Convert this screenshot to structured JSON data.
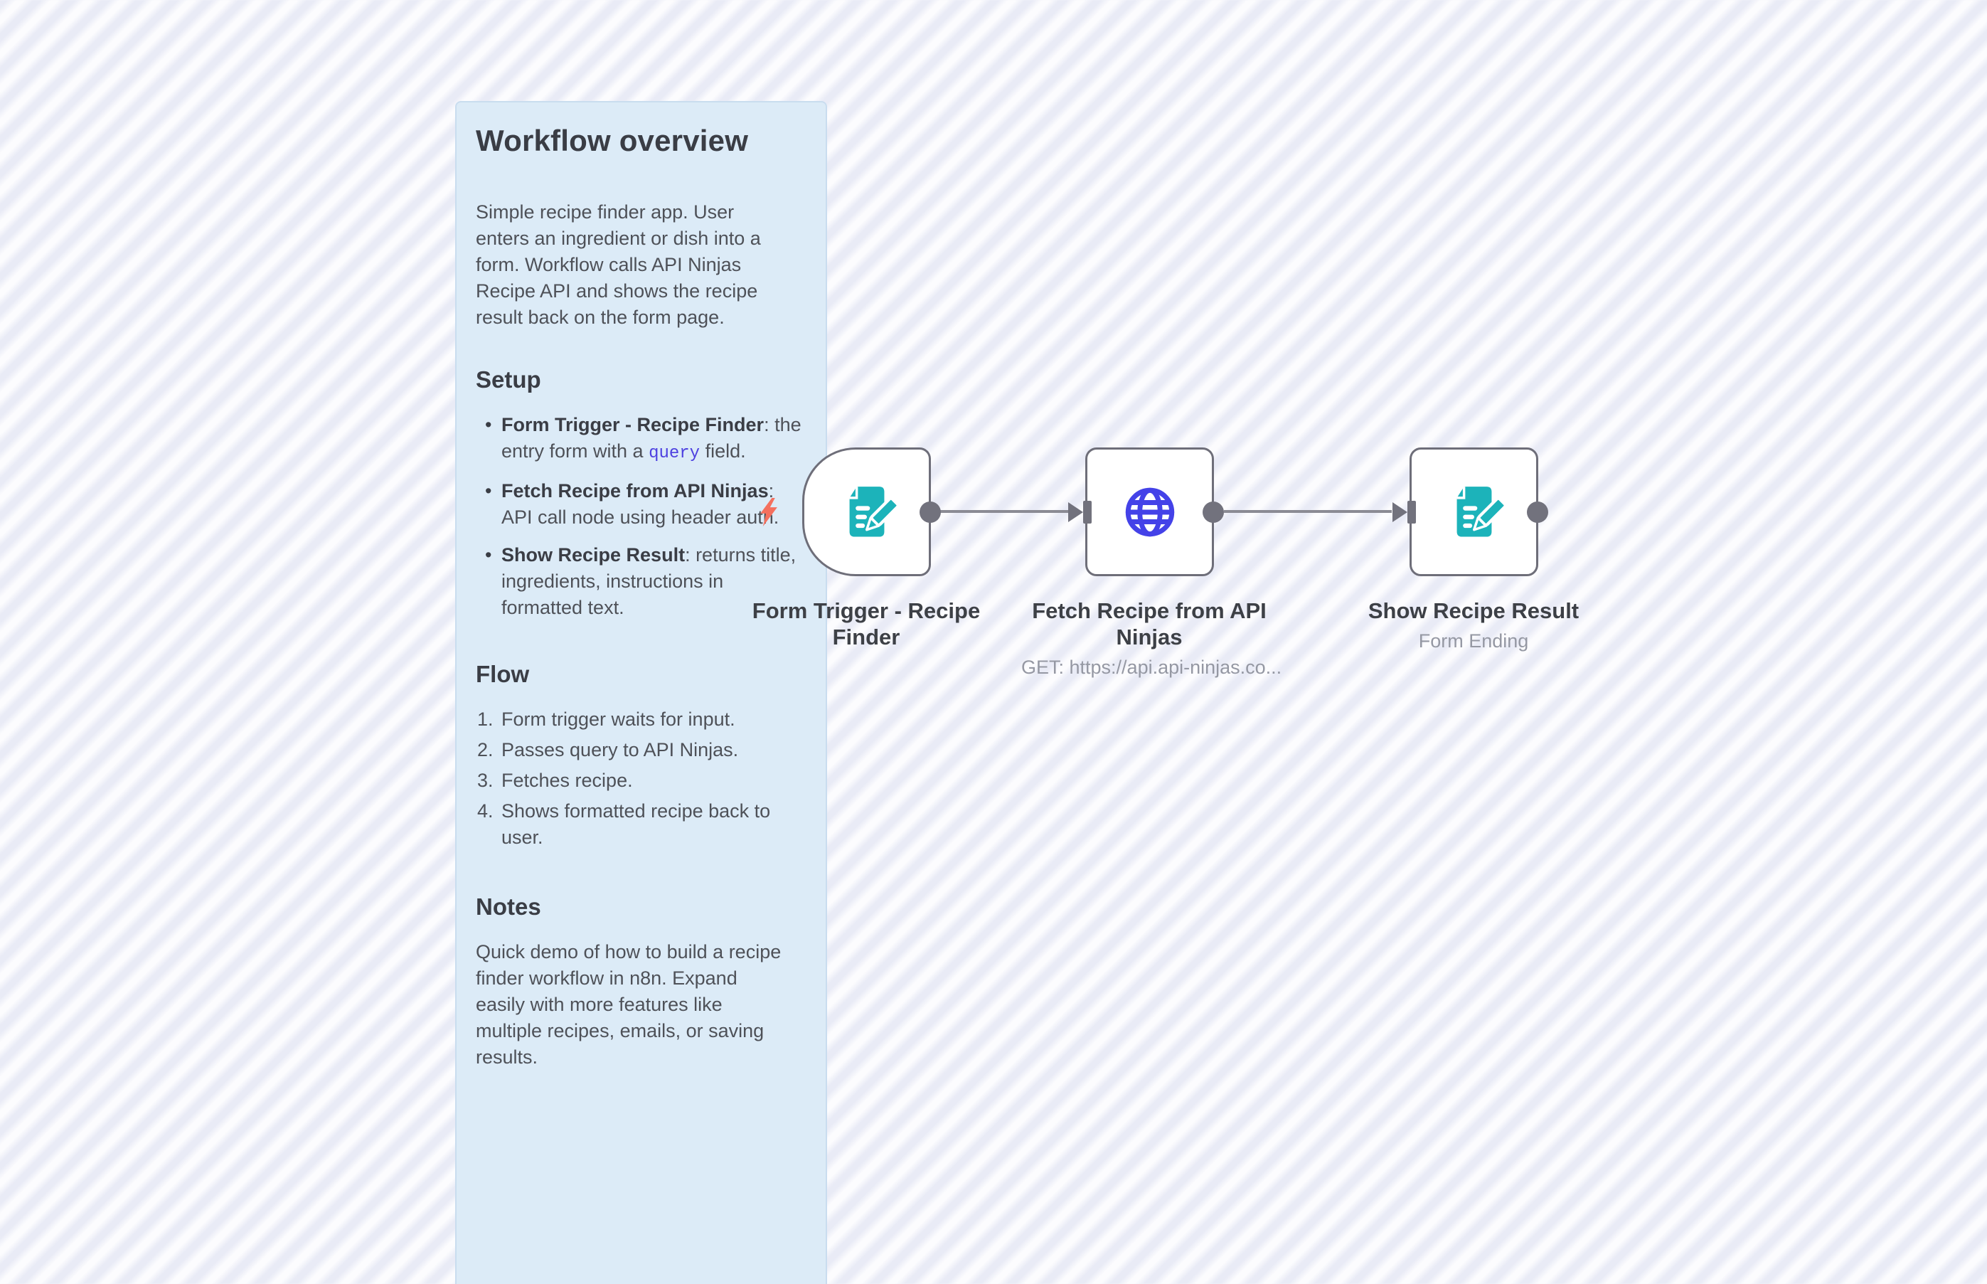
{
  "sticky_note": {
    "title": "Workflow overview",
    "intro": "Simple recipe finder app. User enters an ingredient or dish into a form. Workflow calls API Ninjas Recipe API and shows the recipe result back on the form page.",
    "setup": {
      "heading": "Setup",
      "items": [
        {
          "bold": "Form Trigger - Recipe Finder",
          "mid": ": the entry form with a ",
          "code": "query",
          "end": " field."
        },
        {
          "bold": "Fetch Recipe from API Ninjas",
          "mid": ": API call node using header auth.",
          "code": "",
          "end": ""
        },
        {
          "bold": "Show Recipe Result",
          "mid": ": returns title, ingredients, instructions in formatted text.",
          "code": "",
          "end": ""
        }
      ]
    },
    "flow": {
      "heading": "Flow",
      "steps": [
        {
          "n": "1.",
          "text": "Form trigger waits for input."
        },
        {
          "n": "2.",
          "text": "Passes query to API Ninjas."
        },
        {
          "n": "3.",
          "text": "Fetches recipe."
        },
        {
          "n": "4.",
          "text": "Shows formatted recipe back to user."
        }
      ]
    },
    "notes": {
      "heading": "Notes",
      "text": "Quick demo of how to build a recipe finder workflow in n8n. Expand easily with more features like multiple recipes, emails, or saving results."
    }
  },
  "nodes": [
    {
      "label": "Form Trigger - Recipe Finder",
      "subtitle": "",
      "icon": "form-icon",
      "shape": "trigger"
    },
    {
      "label": "Fetch Recipe from API Ninjas",
      "subtitle": "GET: https://api.api-ninjas.co...",
      "icon": "globe-icon",
      "shape": "default"
    },
    {
      "label": "Show Recipe Result",
      "subtitle": "Form Ending",
      "icon": "form-icon",
      "shape": "default"
    }
  ],
  "colors": {
    "stripe": "#e9ebf6",
    "sticky_bg": "#dcebf7",
    "sticky_border": "#c9ddef",
    "node_border": "#6e6e79",
    "connector": "#72727d",
    "wire": "#8b8b94",
    "teal": "#1cb3ba",
    "blue": "#4442e8",
    "bolt": "#f4705f",
    "code": "#4d40e0"
  }
}
